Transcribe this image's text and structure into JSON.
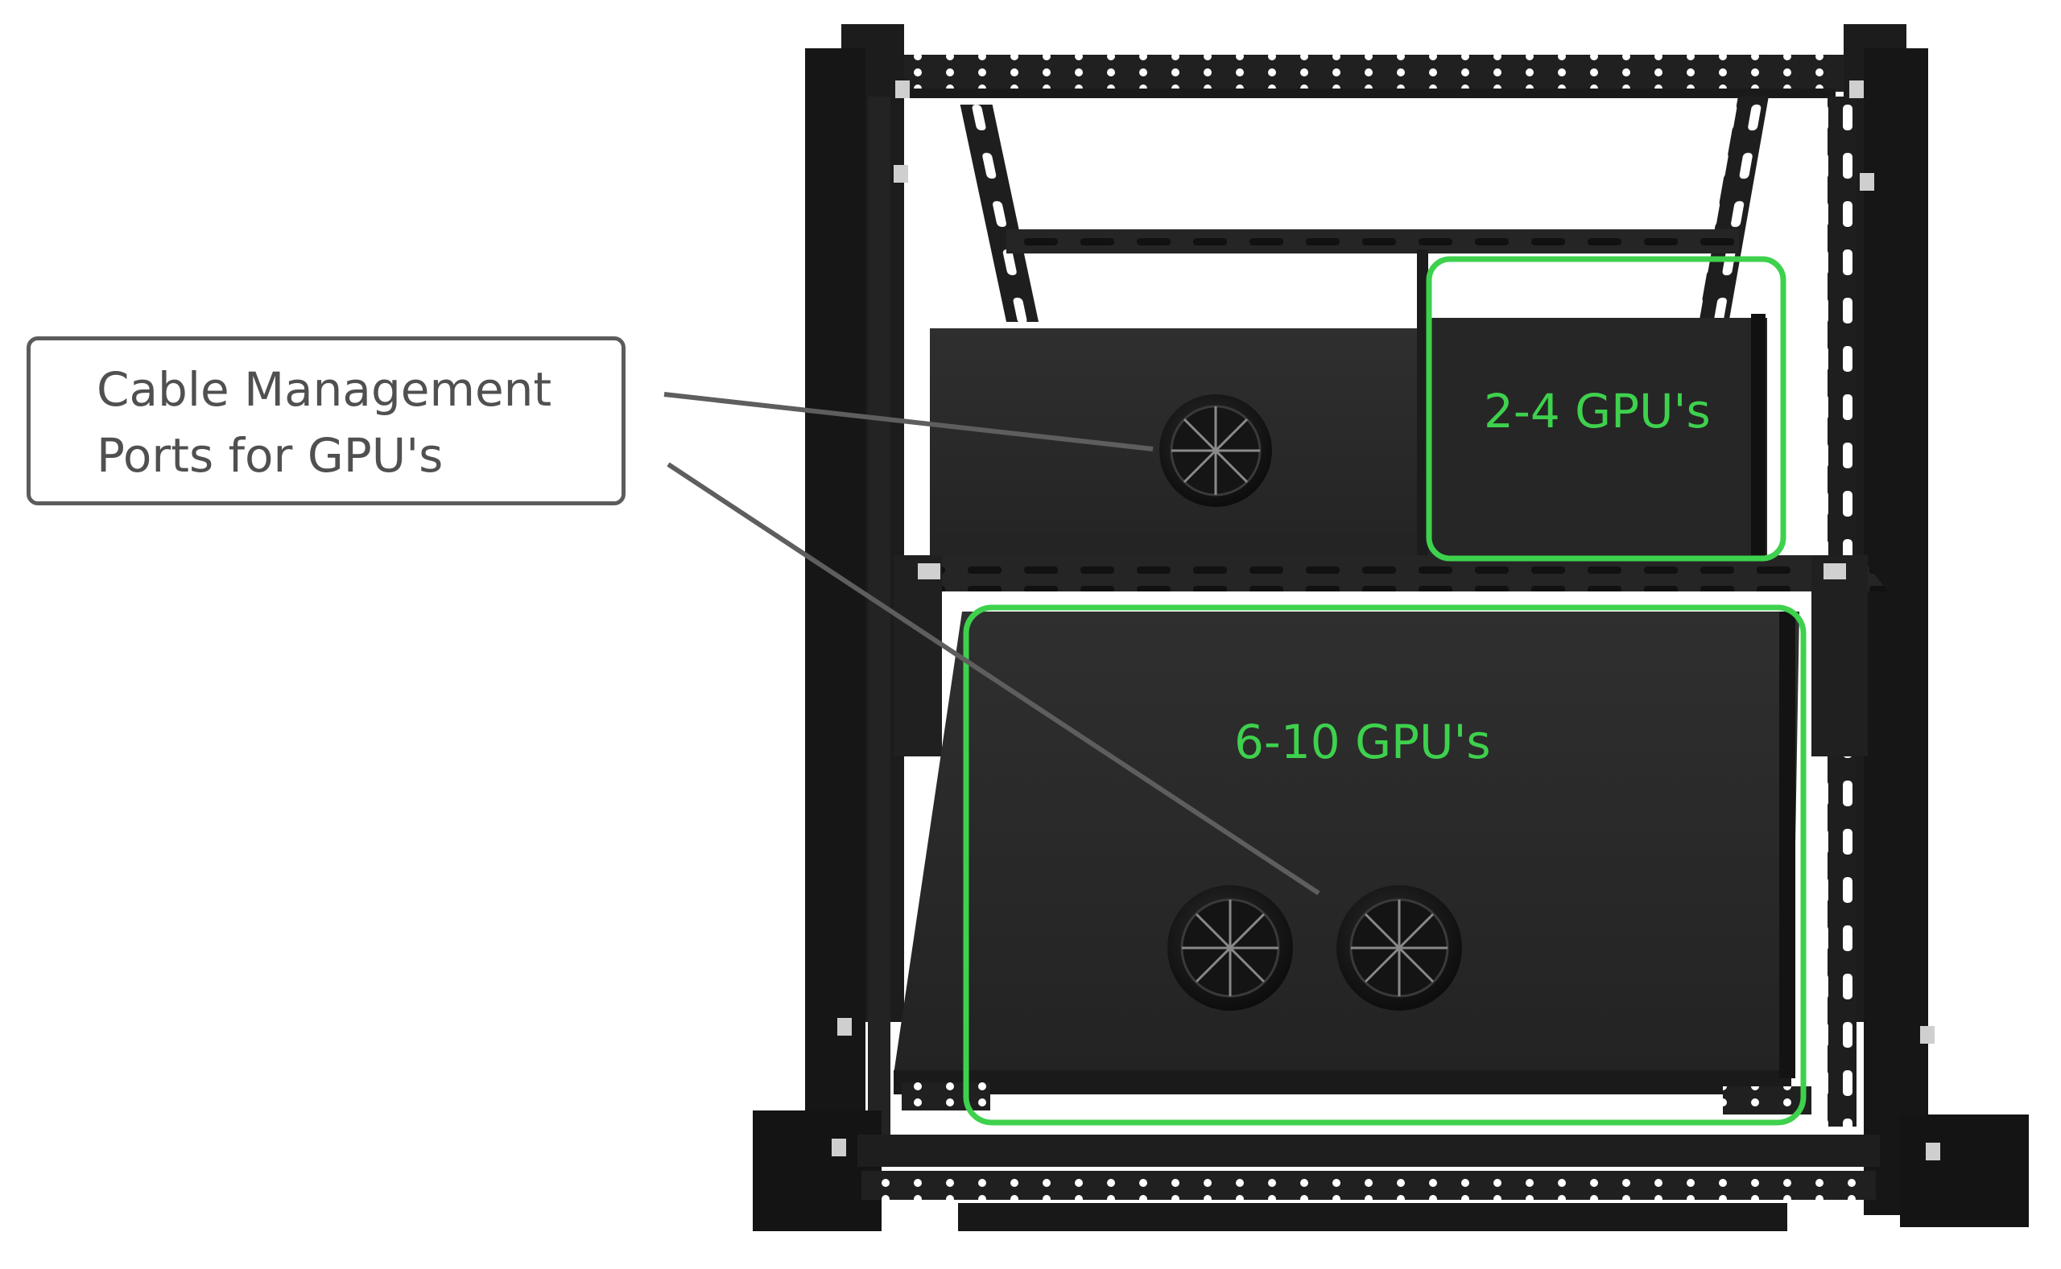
{
  "callout": {
    "line1": "Cable Management",
    "line2": "Ports for GPU's"
  },
  "regions": {
    "small": "2-4 GPU's",
    "large": "6-10 GPU's"
  },
  "colors": {
    "highlight": "#3ed14d",
    "callout_border": "#5c5c5c",
    "callout_text": "#505050",
    "rack_frame": "#1b1b1b",
    "shelf_panel": "#2a2a2a"
  }
}
